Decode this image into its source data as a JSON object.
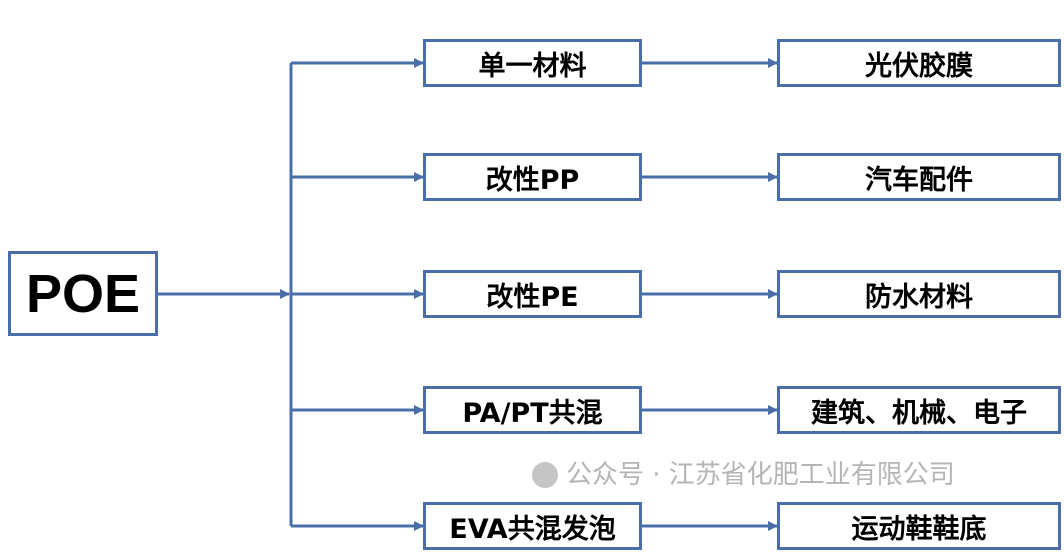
{
  "root": {
    "label": "POE"
  },
  "branches": [
    {
      "category": "单一材料",
      "application": "光伏胶膜"
    },
    {
      "category": "改性PP",
      "application": "汽车配件"
    },
    {
      "category": "改性PE",
      "application": "防水材料"
    },
    {
      "category": "PA/PT共混",
      "application": "建筑、机械、电子"
    },
    {
      "category": "EVA共混发泡",
      "application": "运动鞋鞋底"
    }
  ],
  "watermark": "公众号 · 江苏省化肥工业有限公司",
  "colors": {
    "line": "#4a6fa8",
    "text": "#000000"
  }
}
